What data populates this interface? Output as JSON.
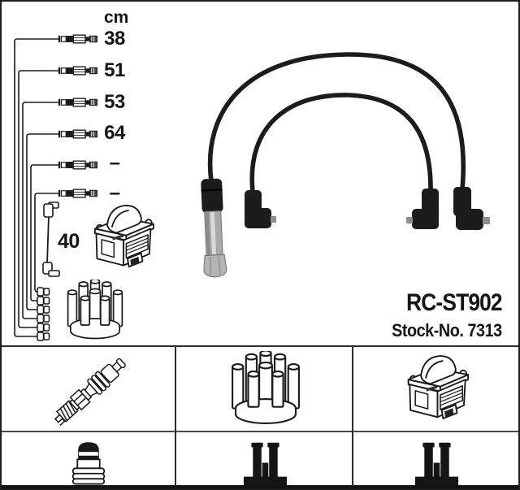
{
  "product": {
    "part_number": "RC-ST902",
    "stock_number_label": "Stock-No. 7313"
  },
  "length_chart": {
    "unit": "cm",
    "cable_lengths": [
      "38",
      "51",
      "53",
      "64",
      "–",
      "–"
    ],
    "coil_wire_length": "40"
  },
  "illustrations": {
    "top_left_diagram": [
      "ignition-lead-set",
      "coil-wire",
      "ignition-coil",
      "distributor-cap"
    ],
    "photo": "two-ignition-cables-with-plug-connectors"
  },
  "legend_grid": {
    "rows": [
      [
        "spark-plug-icon",
        "distributor-cap-icon",
        "ignition-coil-icon"
      ],
      [
        "terminal-nut-icon",
        "din-connector-icon",
        "din-connector-icon"
      ]
    ]
  },
  "colors": {
    "ink": "#1a1a1a",
    "cable_black": "#1c1c1c",
    "metal_gray": "#8f8f8f",
    "background": "#ffffff"
  }
}
